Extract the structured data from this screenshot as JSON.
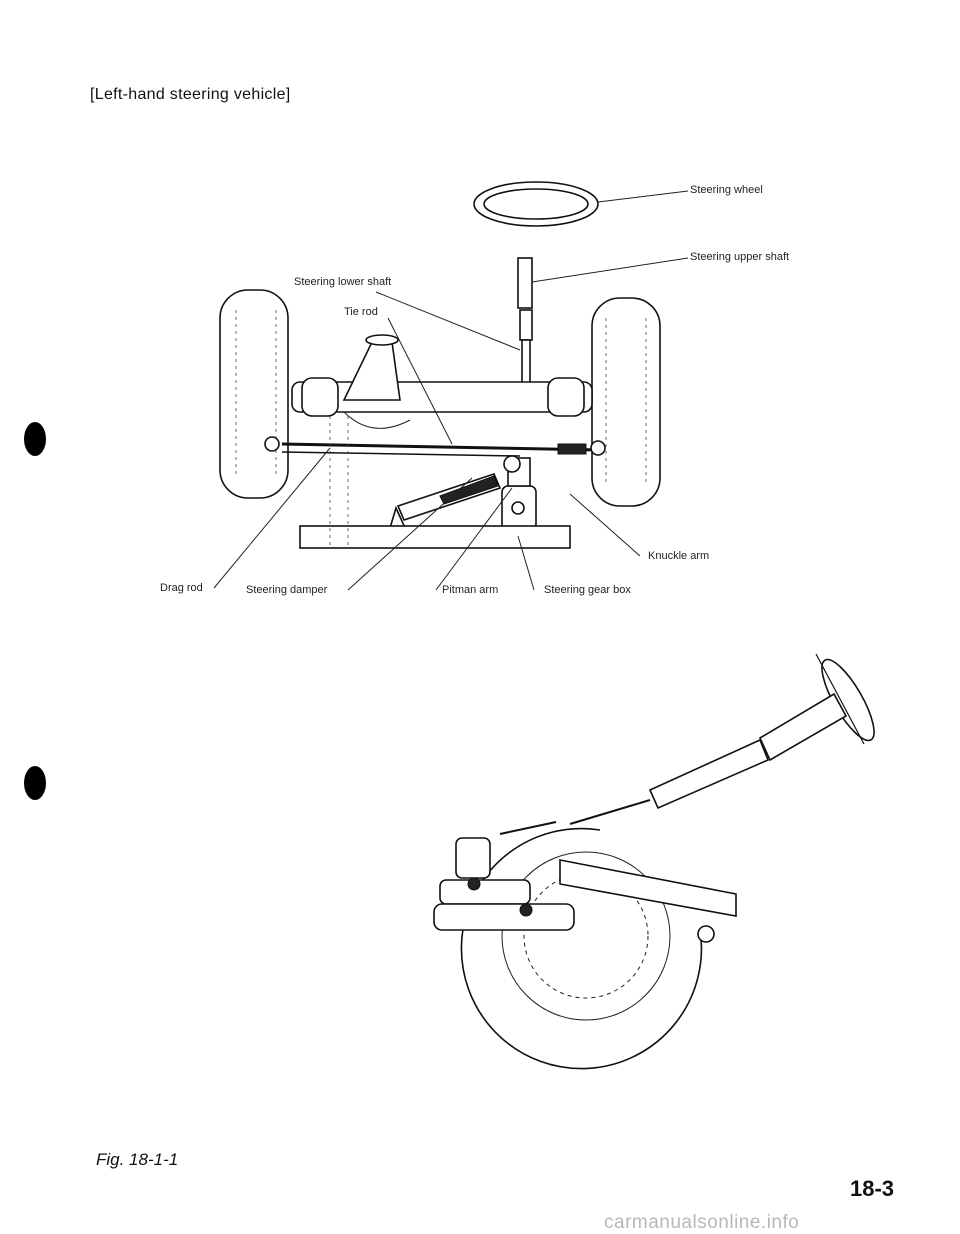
{
  "heading": "[Left-hand steering vehicle]",
  "labels": {
    "steering_wheel": "Steering wheel",
    "steering_upper_shaft": "Steering upper shaft",
    "steering_lower_shaft": "Steering lower shaft",
    "tie_rod": "Tie rod",
    "knuckle_arm": "Knuckle arm",
    "drag_rod": "Drag rod",
    "steering_damper": "Steering damper",
    "pitman_arm": "Pitman arm",
    "steering_gear_box": "Steering gear box"
  },
  "figure_caption": "Fig. 18-1-1",
  "page_number": "18-3",
  "watermark": "carmanualsonline.info"
}
